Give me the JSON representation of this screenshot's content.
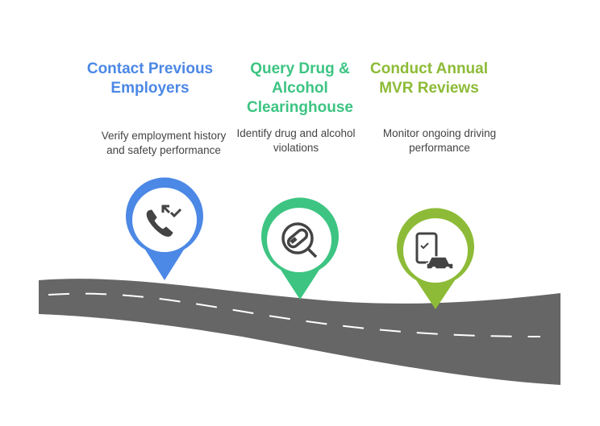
{
  "steps": [
    {
      "title": "Contact Previous Employers",
      "description": "Verify employment history and safety performance",
      "color": "#4C88E5",
      "icon": "phone-callback-icon"
    },
    {
      "title": "Query Drug & Alcohol Clearinghouse",
      "description": "Identify drug and alcohol violations",
      "color": "#3DC482",
      "icon": "pill-search-icon"
    },
    {
      "title": "Conduct Annual MVR Reviews",
      "description": "Monitor ongoing driving performance",
      "color": "#8DBB37",
      "icon": "phone-car-check-icon"
    }
  ],
  "road_color": "#666666"
}
